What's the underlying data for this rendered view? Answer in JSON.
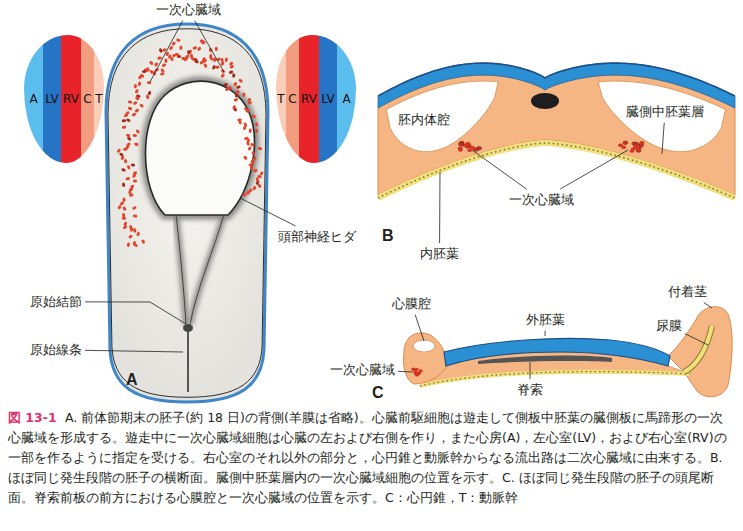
{
  "diagram": {
    "caption": "A. 前体節期末の胚子(約 18 日)の背側(羊膜は省略)。心臓前駆細胞は遊走して側板中胚葉の臓側板に馬蹄形の一次心臓域を形成する。遊走中に一次心臓域細胞は心臓の左および右側を作り，また心房(A)，左心室(LV)，および右心室(RV)の一部を作るように指定を受ける。右心室のそれ以外の部分と，心円錐と動脈幹からなる流出路は二次心臓域に由来する。B. ほぼ同じ発生段階の胚子の横断面。臓側中胚葉層内の一次心臓域細胞の位置を示す。C. ほぼ同じ発生段階の胚子の頭尾断面。脊索前板の前方における心膜腔と一次心臓域の位置を示す。C：心円錐，T：動脈幹",
    "nodes": [
      {
        "text": [
          "A"
        ]
      },
      {
        "text": [
          "LV"
        ]
      },
      {
        "text": [
          "RV"
        ]
      },
      {
        "text": [
          "C"
        ]
      },
      {
        "text": [
          "T"
        ]
      },
      {
        "text": [
          "T"
        ]
      },
      {
        "text": [
          "C"
        ]
      },
      {
        "text": [
          "RV"
        ]
      },
      {
        "text": [
          "LV"
        ]
      },
      {
        "text": [
          "A"
        ]
      }
    ],
    "labels": [
      "一次心臓域",
      "頭部神経ヒダ",
      "原始結節",
      "原始線条",
      "A",
      "胚内体腔",
      "臓側中胚葉層",
      "一次心臓域",
      "内胚葉",
      "B",
      "心膜腔",
      "外胚葉",
      "付着茎",
      "尿膜",
      "一次心臓域",
      "脊索",
      "C",
      "図 13-1"
    ]
  }
}
